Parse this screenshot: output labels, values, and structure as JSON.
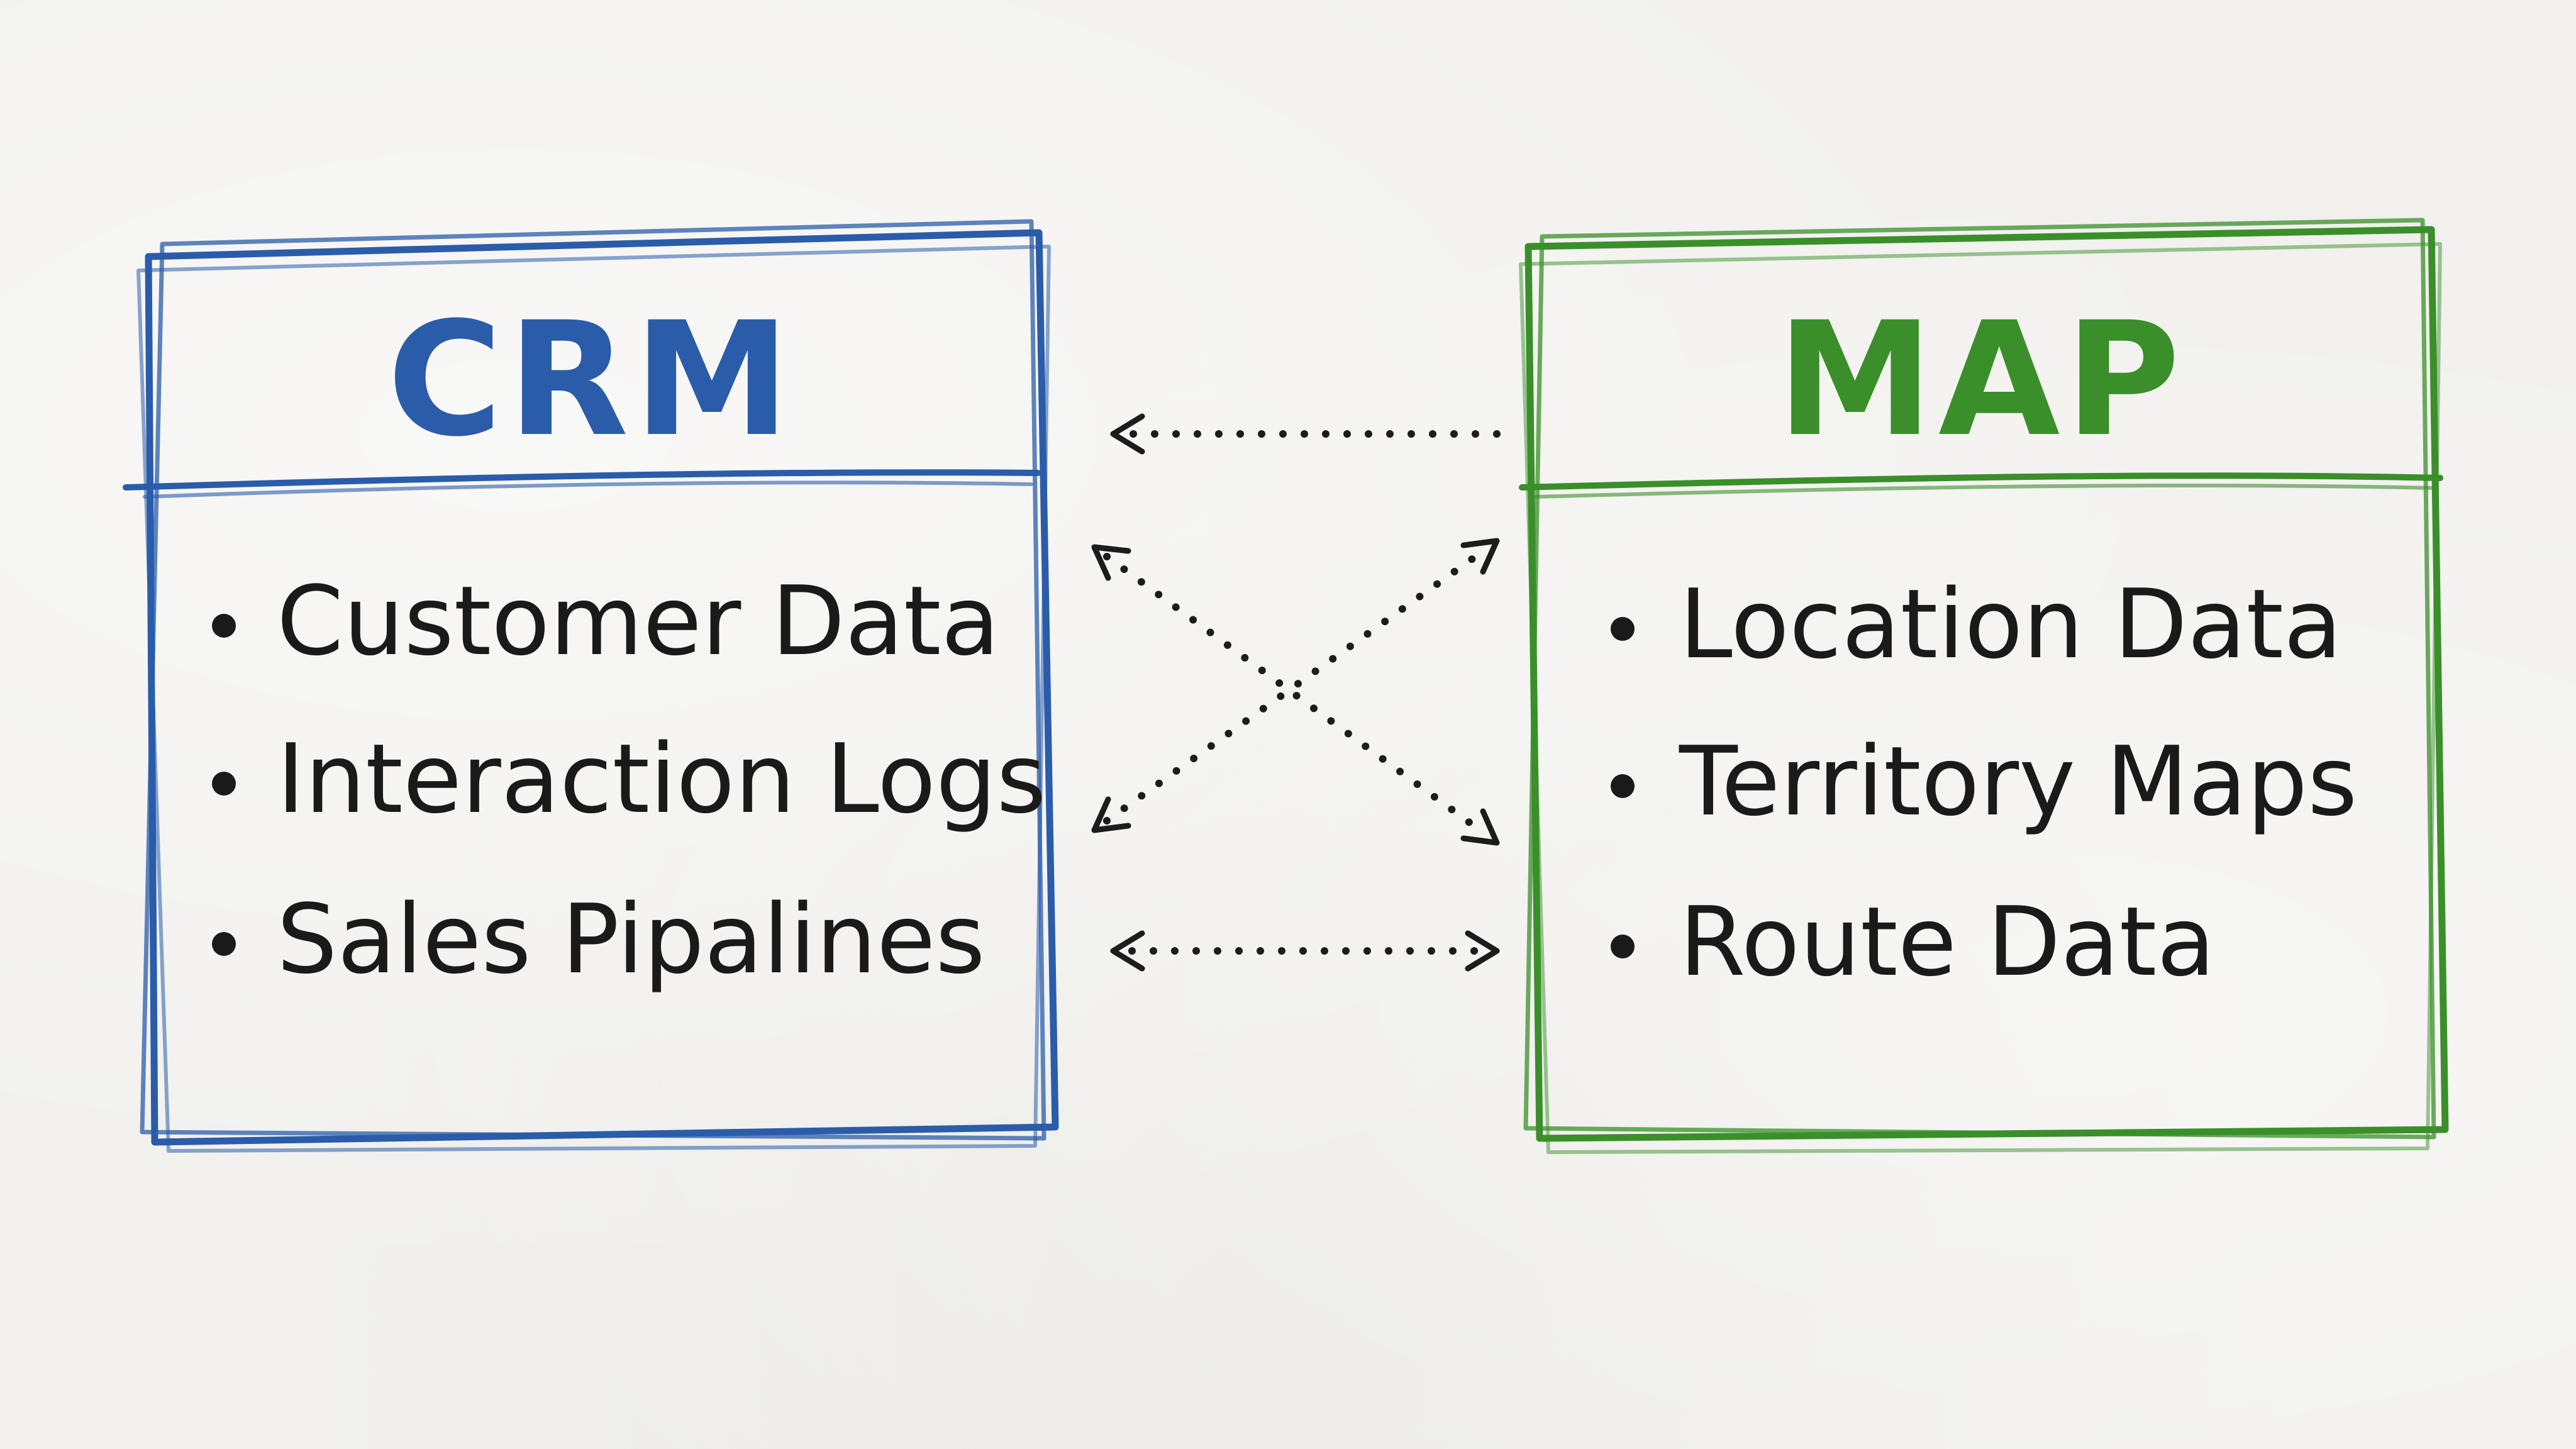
{
  "crm": {
    "title": "CRM",
    "items": [
      "Customer Data",
      "Interaction Logs",
      "Sales Pipalines"
    ],
    "color": "#2a5caa"
  },
  "map": {
    "title": "MAP",
    "items": [
      "Location Data",
      "Territory Maps",
      "Route Data"
    ],
    "color": "#3a8f2a"
  },
  "connectors": [
    {
      "from": "map",
      "to": "crm",
      "heads": "to"
    },
    {
      "from": "crm",
      "to": "map",
      "heads": "both"
    },
    {
      "from": "map",
      "to": "crm",
      "heads": "both"
    },
    {
      "from": "crm",
      "to": "map",
      "heads": "both"
    }
  ]
}
